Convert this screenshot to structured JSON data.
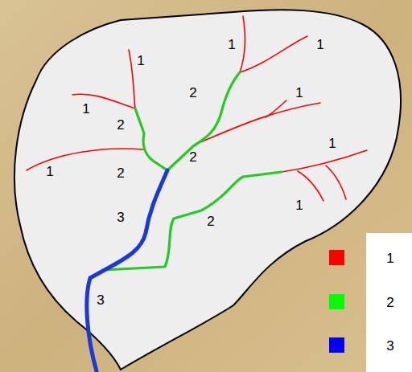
{
  "diagram": {
    "labels": [
      "1",
      "1",
      "1",
      "2",
      "1",
      "1",
      "2",
      "1",
      "2",
      "2",
      "1",
      "1",
      "3",
      "2",
      "3"
    ],
    "legend": [
      {
        "text": "1",
        "color": "#ff0000"
      },
      {
        "text": "2",
        "color": "#00ff00"
      },
      {
        "text": "3",
        "color": "#0000ff"
      }
    ]
  }
}
